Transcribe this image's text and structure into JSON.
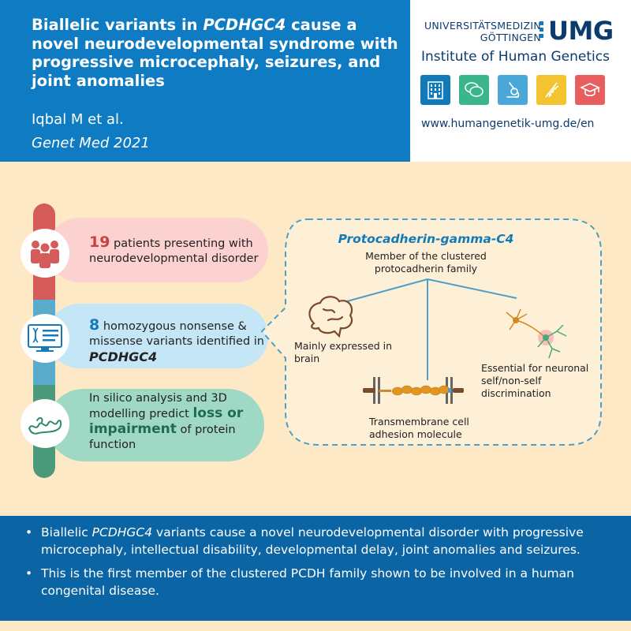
{
  "header": {
    "title_part1": "Biallelic variants in ",
    "title_gene": "PCDHGC4",
    "title_part2": " cause a novel neurodevelopmental syndrome with progressive microcephaly, seizures, and joint anomalies",
    "authors": "Iqbal M et al.",
    "journal": "Genet Med 2021"
  },
  "logo": {
    "uni_line1": "UNIVERSITÄTSMEDIZIN",
    "uni_line2": "GÖTTINGEN",
    "umg": "UMG",
    "institute": "Institute of Human Genetics",
    "url": "www.humangenetik-umg.de/en",
    "icons": [
      {
        "name": "building-icon",
        "color": "#137ab8"
      },
      {
        "name": "speech-bubbles-icon",
        "color": "#3bb58a"
      },
      {
        "name": "microscope-icon",
        "color": "#4aa8d8"
      },
      {
        "name": "dna-icon",
        "color": "#f4c430"
      },
      {
        "name": "graduation-cap-icon",
        "color": "#e85e5e"
      }
    ]
  },
  "findings": [
    {
      "number": "19",
      "text": " patients presenting with neurodevelopmental disorder",
      "icon": "people-icon"
    },
    {
      "number": "8",
      "text": " homozygous nonsense & missense variants identified in ",
      "gene": "PCDHGC4",
      "icon": "dna-screen-icon"
    },
    {
      "text_before": "In silico analysis and 3D modelling predict ",
      "emphasis": "loss or impairment",
      "text_after": " of protein function",
      "icon": "protein-icon"
    }
  ],
  "protein": {
    "title": "Protocadherin-gamma-C4",
    "subtitle": "Member of the clustered protocadherin family",
    "brain": "Mainly expressed in brain",
    "neuron": "Essential for neuronal self/non-self discrimination",
    "membrane": "Transmembrane cell adhesion molecule"
  },
  "conclusions": {
    "b1_before": "Biallelic ",
    "b1_gene": "PCDHGC4",
    "b1_after": " variants cause a novel neurodevelopmental disorder with progressive microcephaly, intellectual disability, developmental delay, joint anomalies and seizures.",
    "b2": "This is the first member of the clustered PCDH family shown to be involved in a human congenital disease."
  },
  "colors": {
    "header_blue": "#0f7bc2",
    "footer_blue": "#0b64a3",
    "background": "#fde9c6",
    "red": "#d65b5b",
    "light_blue": "#5aaccd",
    "green": "#4c9a7c"
  }
}
